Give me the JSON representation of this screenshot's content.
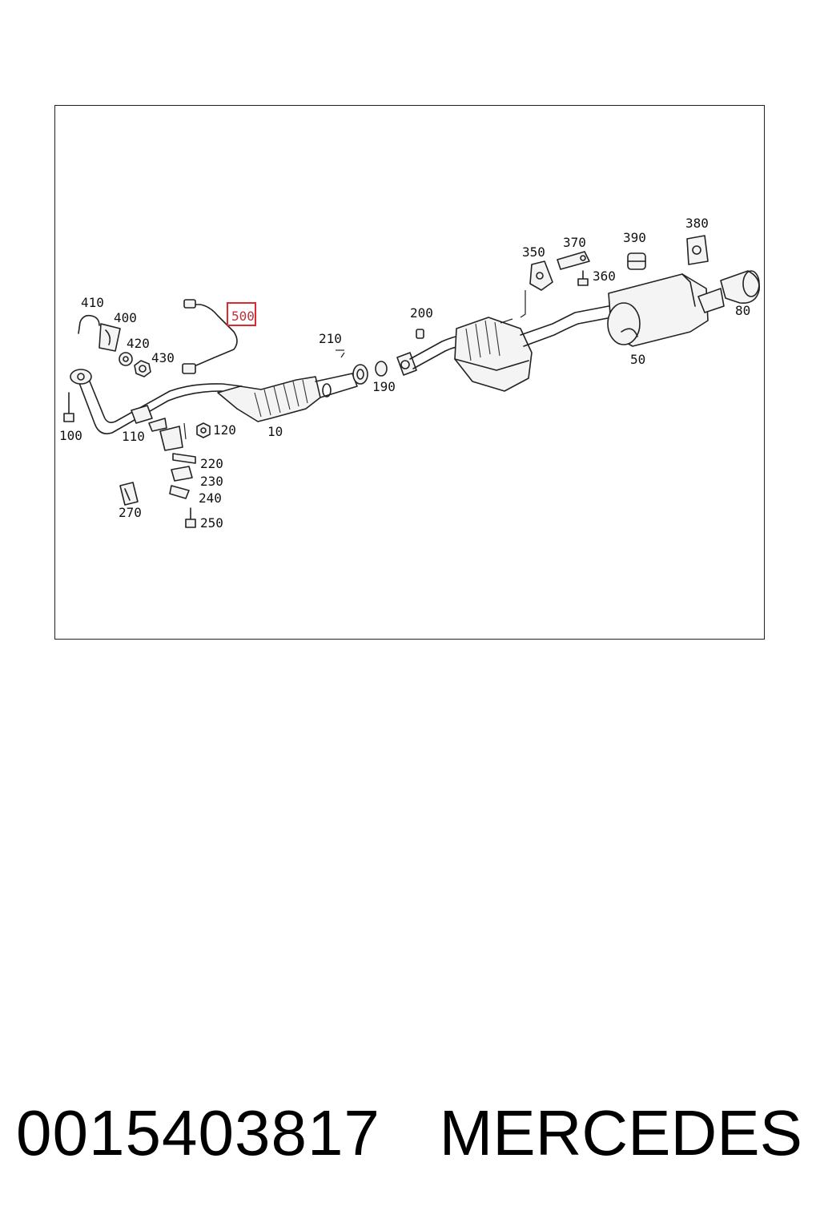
{
  "diagram": {
    "labels": {
      "l410": "410",
      "l400": "400",
      "l420": "420",
      "l430": "430",
      "l500": "500",
      "l210": "210",
      "l200": "200",
      "l190": "190",
      "l350": "350",
      "l370": "370",
      "l390": "390",
      "l380": "380",
      "l360": "360",
      "l80": "80",
      "l50": "50",
      "l100": "100",
      "l110": "110",
      "l120": "120",
      "l10": "10",
      "l220": "220",
      "l230": "230",
      "l240": "240",
      "l250": "250",
      "l270": "270"
    },
    "highlighted_label": "500",
    "highlight_color": "#e0282e"
  },
  "footer": {
    "part_number": "0015403817",
    "brand": "MERCEDES"
  }
}
